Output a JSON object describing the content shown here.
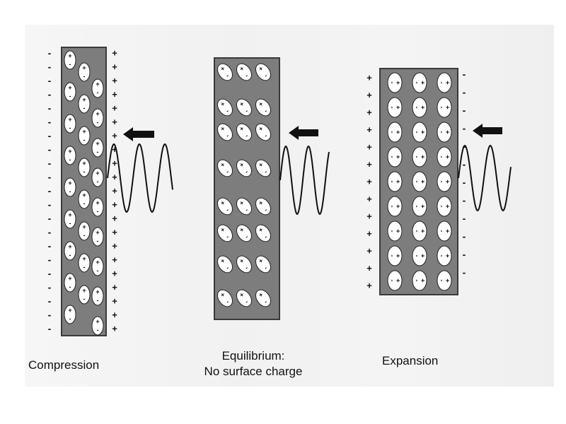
{
  "colors": {
    "block_fill": "#7d7d7d",
    "block_border": "#3a3a3a",
    "ellipse_fill": "#ffffff",
    "ink": "#111111"
  },
  "charge_symbols": {
    "positive": "+",
    "negative": "-"
  },
  "panels": [
    {
      "id": "compression",
      "caption": [
        "Compression"
      ]
    },
    {
      "id": "equilibrium",
      "caption": [
        "Equilibrium:",
        "No surface charge"
      ]
    },
    {
      "id": "expansion",
      "caption": [
        "Expansion"
      ]
    }
  ]
}
